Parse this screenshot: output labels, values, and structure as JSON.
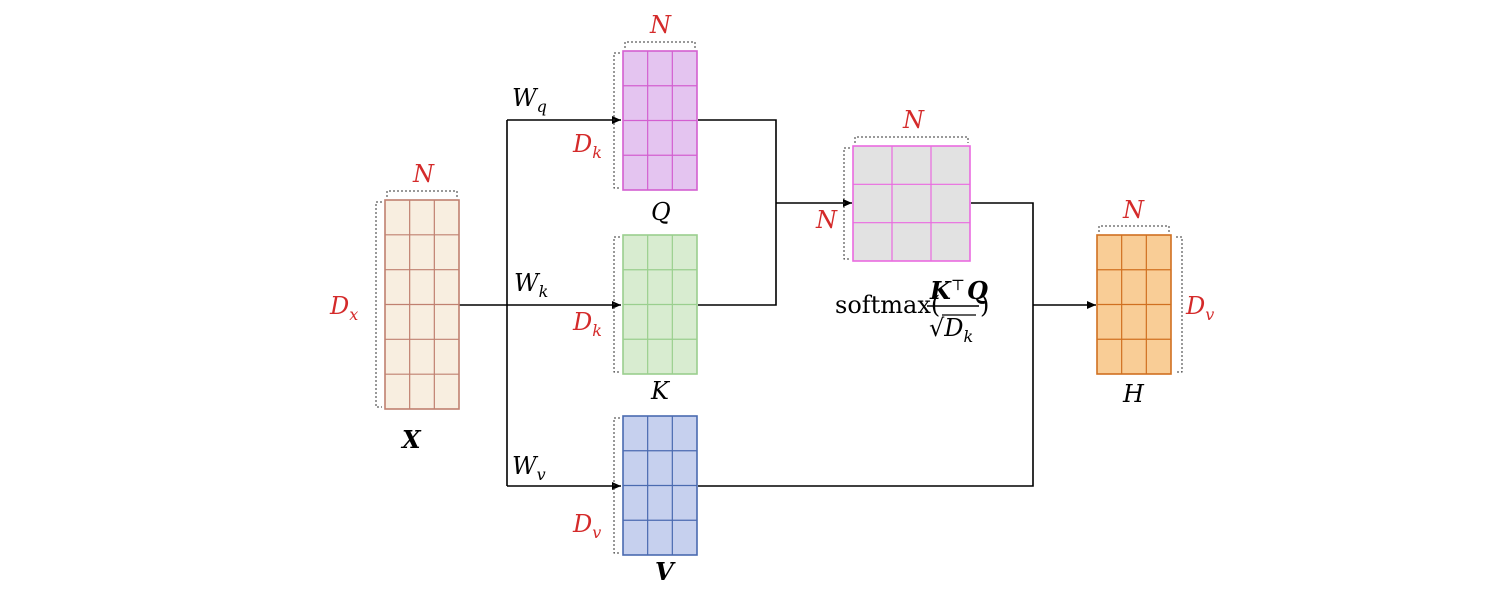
{
  "diagram": {
    "matrices": {
      "X": {
        "label": "X",
        "rows_dim": "D",
        "rows_sub": "x",
        "cols_dim": "N",
        "fill": "#f8eee0",
        "stroke": "#c08070",
        "rows": 6,
        "cols": 3
      },
      "Q": {
        "label": "Q",
        "rows_dim": "D",
        "rows_sub": "k",
        "cols_dim": "N",
        "fill": "#e4c4f0",
        "stroke": "#d35fd0",
        "rows": 4,
        "cols": 3
      },
      "K": {
        "label": "K",
        "rows_dim": "D",
        "rows_sub": "k",
        "fill": "#d8ecd0",
        "stroke": "#9acf8e",
        "rows": 4,
        "cols": 3
      },
      "V": {
        "label": "V",
        "rows_dim": "D",
        "rows_sub": "v",
        "fill": "#c6d0ee",
        "stroke": "#4a6ab0",
        "rows": 4,
        "cols": 3
      },
      "A": {
        "rows_dim": "N",
        "cols_dim": "N",
        "fill": "#e2e2e2",
        "stroke": "#ea6ae0",
        "rows": 3,
        "cols": 3
      },
      "H": {
        "label": "H",
        "rows_dim": "D",
        "rows_sub": "v",
        "cols_dim": "N",
        "fill": "#f9cd96",
        "stroke": "#d07020",
        "rows": 4,
        "cols": 3
      }
    },
    "weights": {
      "q": {
        "base": "W",
        "sub": "q"
      },
      "k": {
        "base": "W",
        "sub": "k"
      },
      "v": {
        "base": "W",
        "sub": "v"
      }
    },
    "formula": {
      "func": "softmax(",
      "num_k": "K",
      "num_t": "⊤",
      "num_q": "Q",
      "den_sqrt": "√",
      "den_d": "D",
      "den_sub": "k",
      "close": ")"
    }
  }
}
